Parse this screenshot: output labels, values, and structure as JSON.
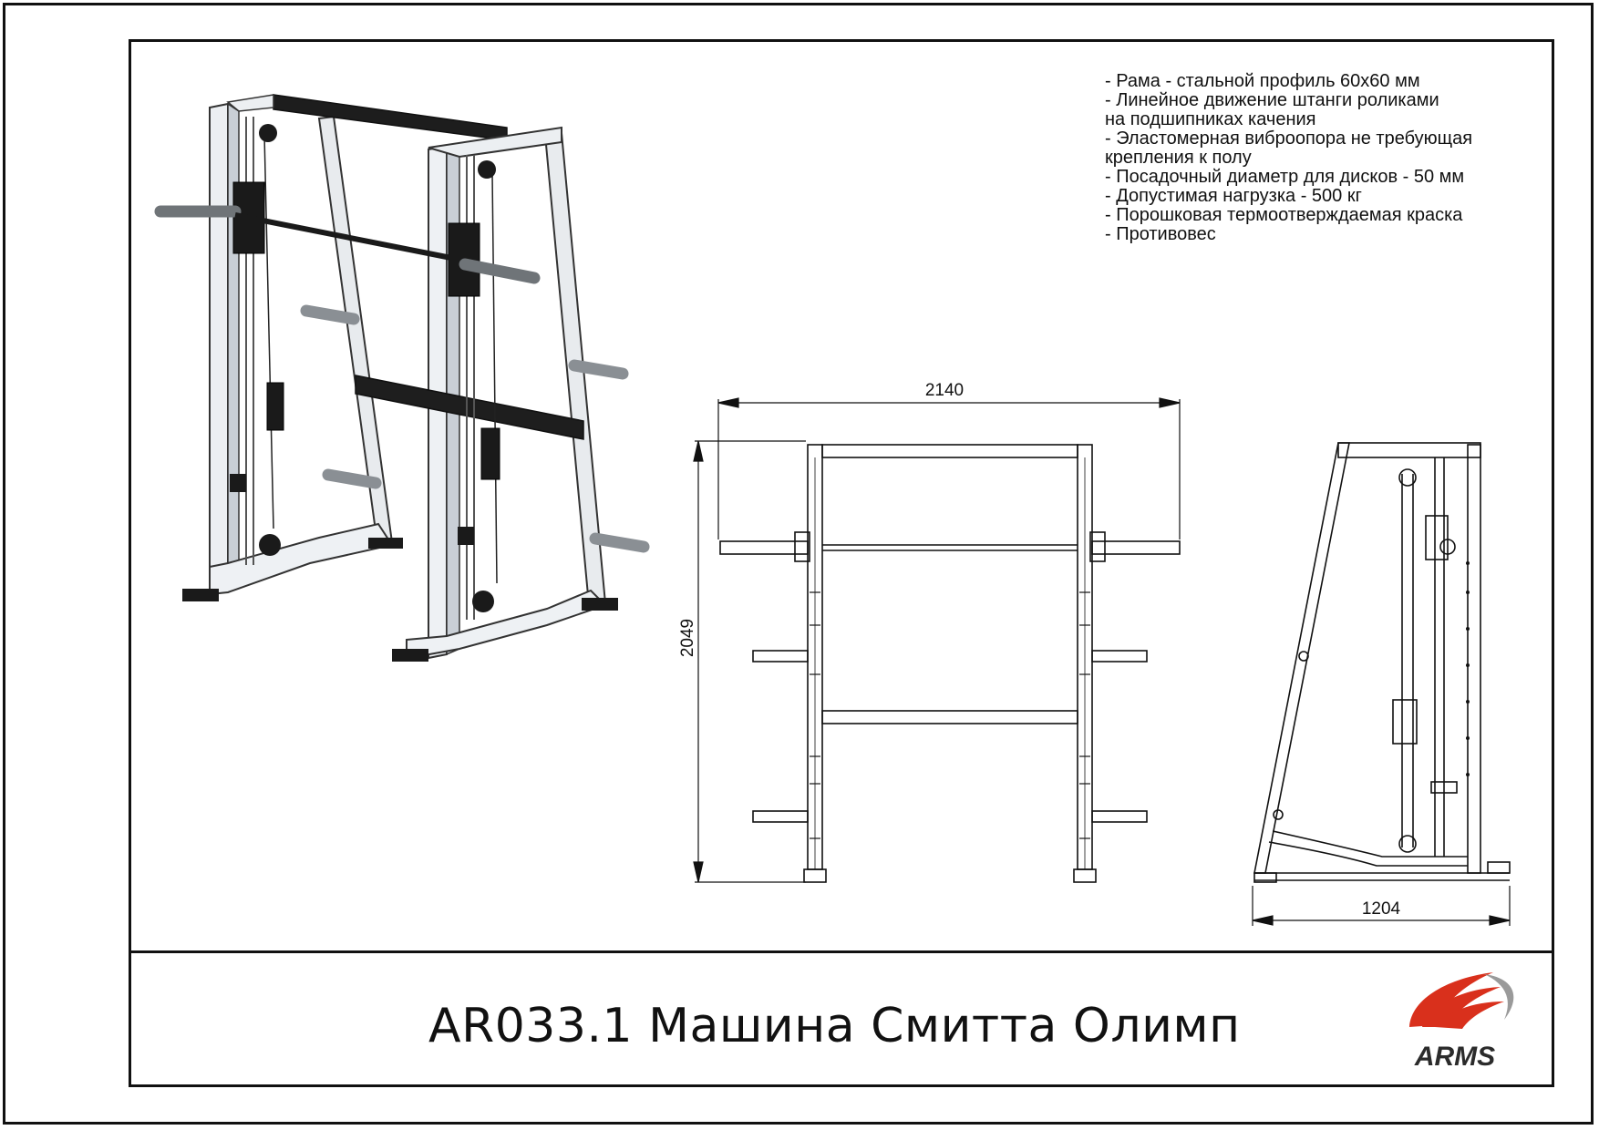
{
  "title": "AR033.1 Машина Смитта Олимп",
  "specs": [
    "- Рама - стальной профиль 60х60 мм",
    "- Линейное движение штанги роликами",
    "на подшипниках качения",
    "- Эластомерная виброопора не требующая",
    "крепления к полу",
    "- Посадочный диаметр для дисков - 50 мм",
    "- Допустимая нагрузка - 500 кг",
    "- Порошковая термоотверждаемая краска",
    "- Противовес"
  ],
  "dimensions": {
    "width": "2140",
    "height": "2049",
    "depth": "1204"
  },
  "logo": {
    "text": "ARMS",
    "colors": {
      "red": "#d9301c",
      "grey": "#9a9a9a",
      "dark": "#2b2b2b"
    }
  }
}
